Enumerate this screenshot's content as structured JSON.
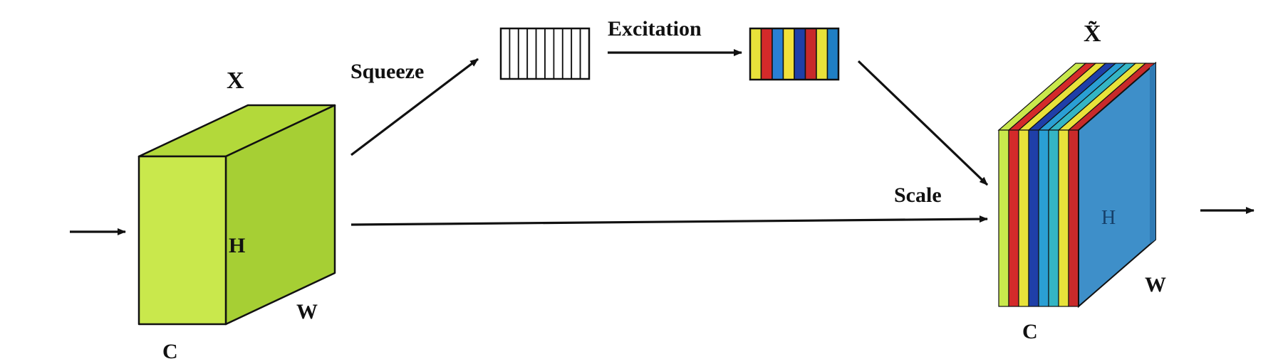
{
  "input_tensor": {
    "label": "X",
    "height_label": "H",
    "width_label": "W",
    "channel_label": "C",
    "face_color": "#c9e84c",
    "top_color": "#b3d93a",
    "side_color": "#a6cf34"
  },
  "squeeze": {
    "label": "Squeeze",
    "vector_slots": 10
  },
  "excitation": {
    "label": "Excitation",
    "vector_colors": [
      "#e8e23a",
      "#d42a2a",
      "#2a7fd4",
      "#f2e03a",
      "#1f3fa8",
      "#c82a2a",
      "#e8e23a",
      "#1f7fc4"
    ]
  },
  "scale": {
    "label": "Scale"
  },
  "output_tensor": {
    "label": "X̃",
    "height_label": "H",
    "width_label": "W",
    "channel_label": "C",
    "slice_colors": [
      "#c9e84c",
      "#d42a2a",
      "#e8e23a",
      "#1f3fa8",
      "#2a9fd4",
      "#34b5c4",
      "#e8e23a",
      "#c82a2a"
    ],
    "face_color": "#3e8fc9",
    "top_color": "#5aa6d6",
    "side_color": "#2f7ab4"
  },
  "colors": {
    "arrow": "#111111",
    "background": "#ffffff"
  }
}
